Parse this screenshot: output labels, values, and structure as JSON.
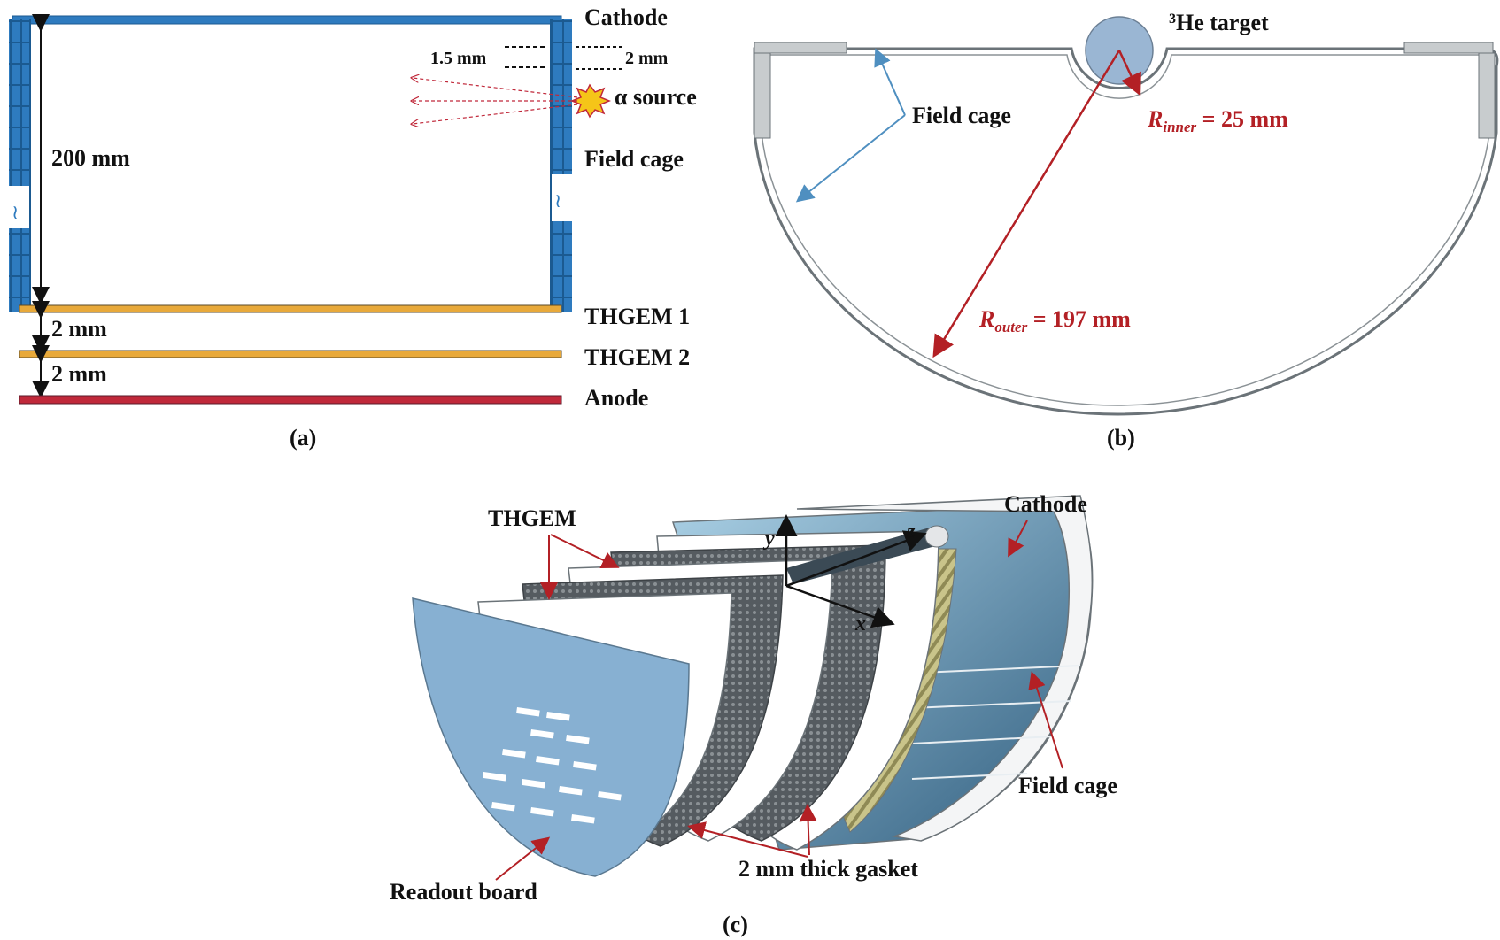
{
  "panel_a": {
    "cathode": "Cathode",
    "dim_15": "1.5 mm",
    "dim_2": "2 mm",
    "alpha_source": "α source",
    "height": "200 mm",
    "field_cage": "Field cage",
    "thgem1": "THGEM 1",
    "gap1": "2 mm",
    "thgem2": "THGEM 2",
    "gap2": "2 mm",
    "anode": "Anode",
    "caption": "(a)",
    "break_glyph": "≀"
  },
  "panel_b": {
    "target_sup": "3",
    "target_text": "He target",
    "field_cage": "Field cage",
    "r_inner_sym": "R",
    "r_inner_sub": "inner",
    "r_inner_val": " = 25 mm",
    "r_outer_sym": "R",
    "r_outer_sub": "outer",
    "r_outer_val": " = 197 mm",
    "caption": "(b)"
  },
  "panel_c": {
    "thgem": "THGEM",
    "cathode": "Cathode",
    "axis_y": "y",
    "axis_z": "z",
    "axis_x": "x",
    "field_cage": "Field cage",
    "gasket": "2 mm thick gasket",
    "readout": "Readout board",
    "caption": "(c)"
  },
  "colors": {
    "cage_blue": "#2e7bbf",
    "cage_edge": "#1b5a91",
    "thgem_orange": "#e8a93a",
    "anode_red": "#c0283a",
    "annot_red": "#b32025",
    "annot_blue": "#4f8fc0",
    "readout_blue": "#87b0d2",
    "thgem_grey": "#6d7478"
  }
}
